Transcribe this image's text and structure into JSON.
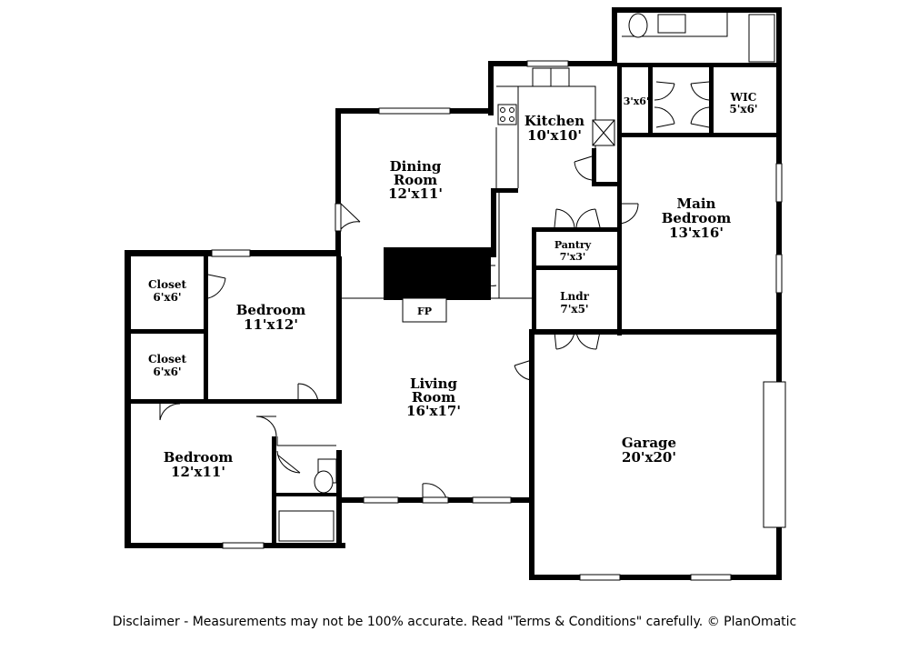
{
  "rooms": {
    "kitchen": {
      "name": "Kitchen",
      "size": "10'x10'"
    },
    "dining_room": {
      "name_line1": "Dining",
      "name_line2": "Room",
      "size": "12'x11'"
    },
    "main_bedroom": {
      "name_line1": "Main",
      "name_line2": "Bedroom",
      "size": "13'x16'"
    },
    "closet_small": {
      "size": "3'x6'"
    },
    "wic": {
      "name": "WIC",
      "size": "5'x6'"
    },
    "pantry": {
      "name": "Pantry",
      "size": "7'x3'"
    },
    "laundry": {
      "name": "Lndr",
      "size": "7'x5'"
    },
    "closet_top": {
      "name": "Closet",
      "size": "6'x6'"
    },
    "closet_bottom": {
      "name": "Closet",
      "size": "6'x6'"
    },
    "bedroom_upper": {
      "name": "Bedroom",
      "size": "11'x12'"
    },
    "bedroom_lower": {
      "name": "Bedroom",
      "size": "12'x11'"
    },
    "living_room": {
      "name_line1": "Living",
      "name_line2": "Room",
      "size": "16'x17'"
    },
    "garage": {
      "name": "Garage",
      "size": "20'x20'"
    },
    "fireplace": {
      "label": "FP"
    }
  },
  "disclaimer": "Disclaimer - Measurements may not be 100% accurate. Read \"Terms & Conditions\" carefully. © PlanOmatic"
}
